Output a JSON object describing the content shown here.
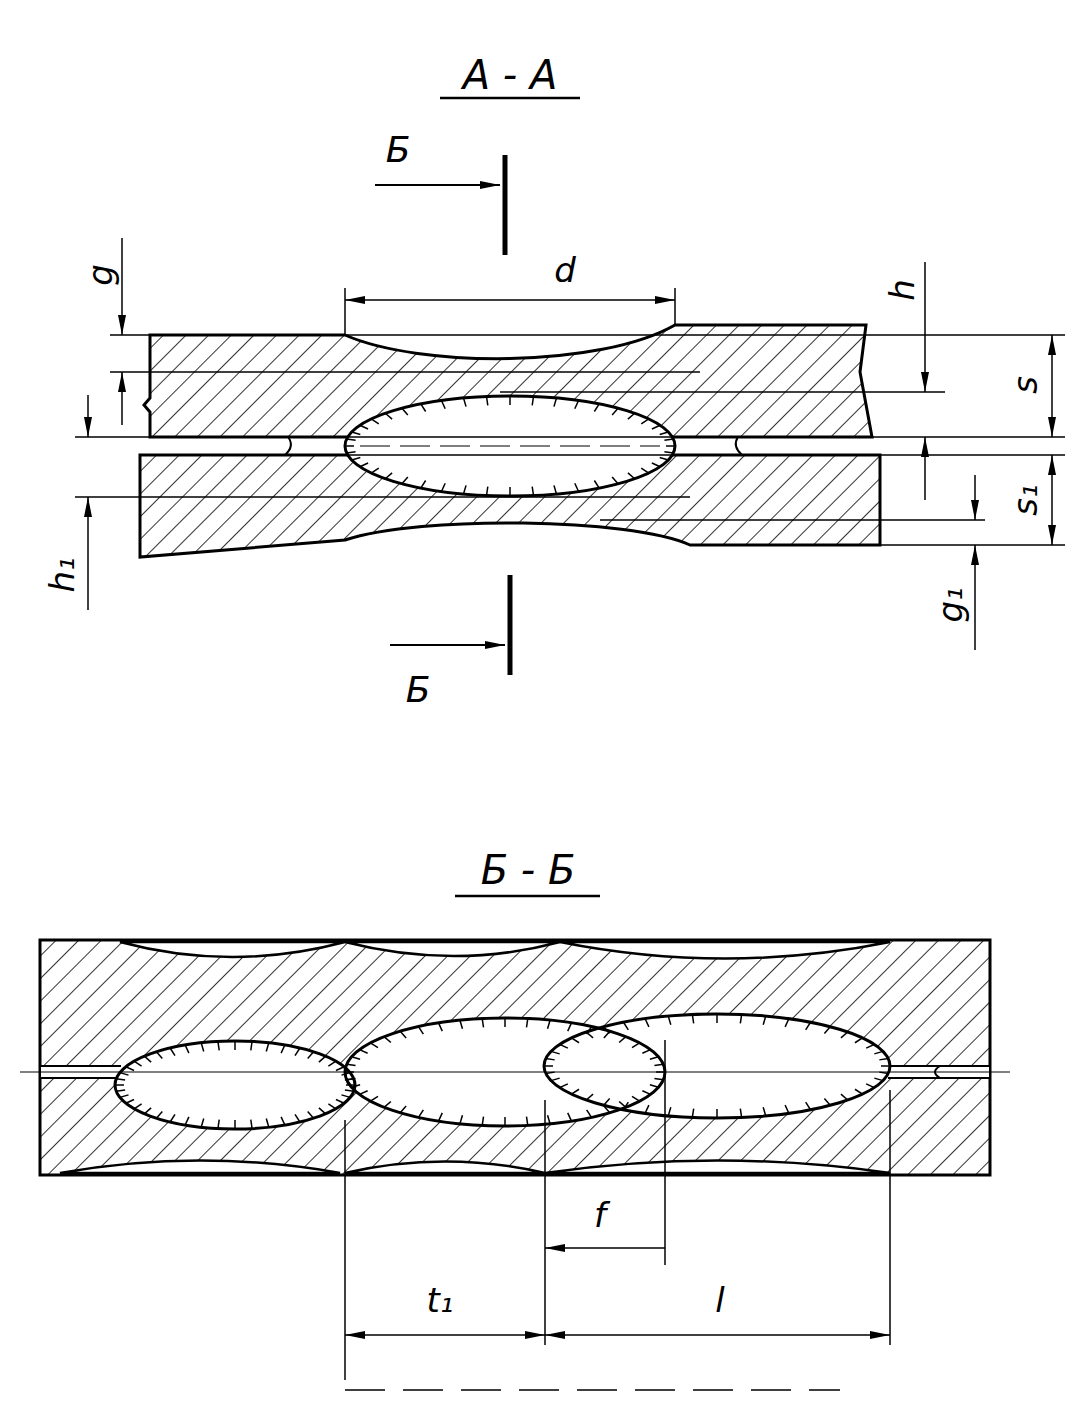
{
  "diagram": {
    "labels": [
      "А - А",
      "Б",
      "d",
      "g",
      "h",
      "s",
      "h₁",
      "s₁",
      "Б",
      "g₁",
      "Б - Б",
      "f",
      "t₁",
      "l"
    ]
  }
}
